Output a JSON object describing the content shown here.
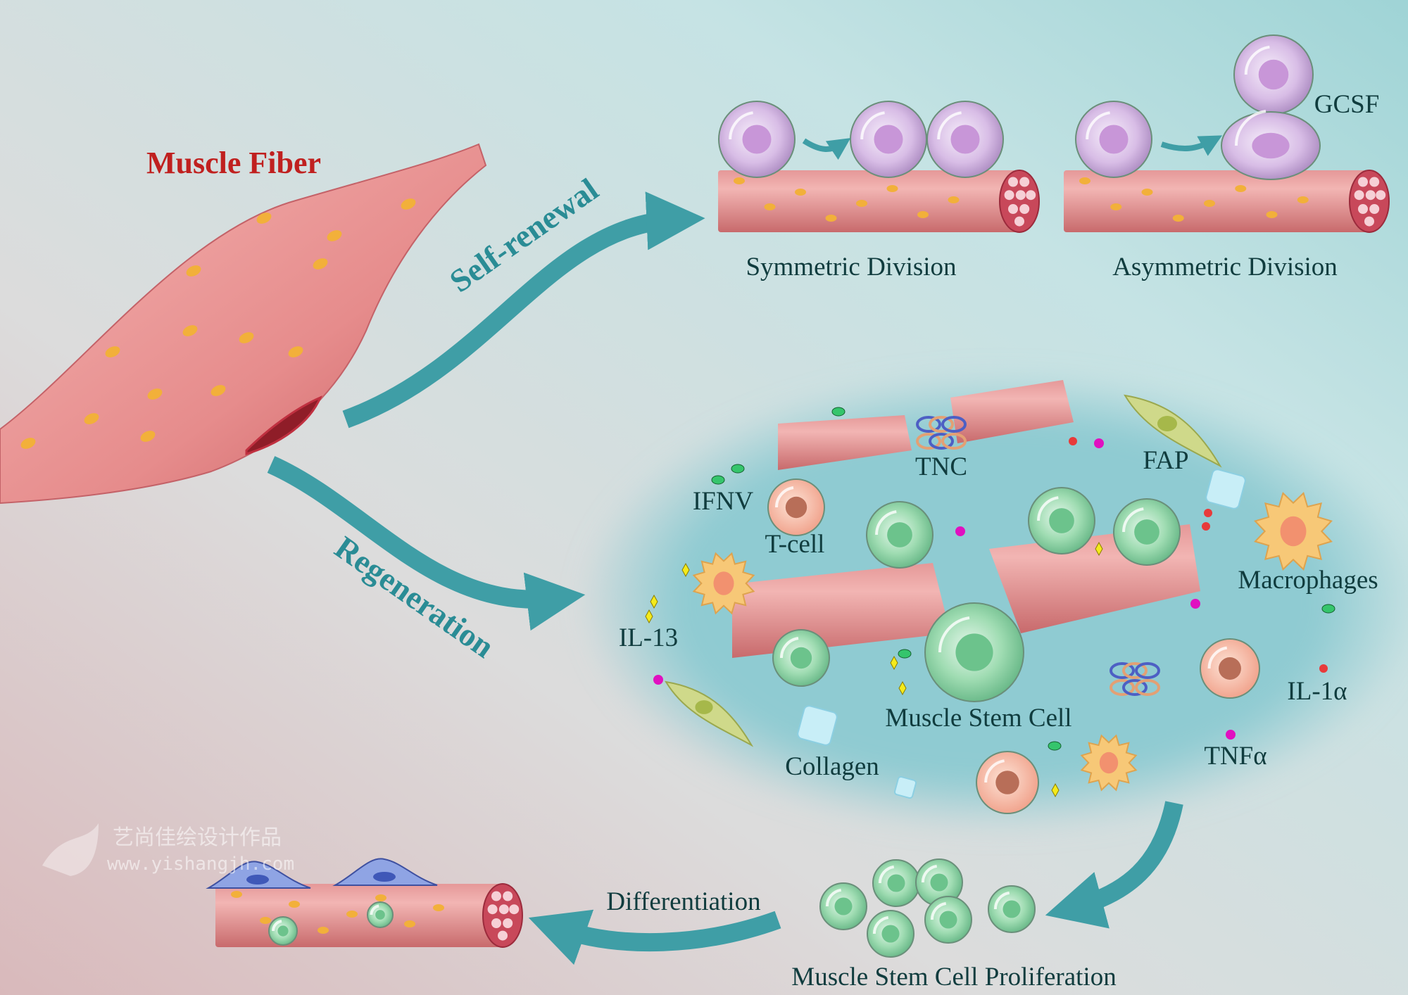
{
  "title": "Muscle Fiber",
  "colors": {
    "title": "#c0201f",
    "label": "#103c3e",
    "arrow": "#3f9ea6",
    "fiber": "#d97a7a",
    "stem_cell": "#8fd3a4",
    "progenitor": "#d6b8e6",
    "region": "#8ecbd1"
  },
  "pathways": {
    "self_renewal": "Self-renewal",
    "regeneration": "Regeneration",
    "differentiation": "Differentiation"
  },
  "division": {
    "symmetric": "Symmetric Division",
    "asymmetric": "Asymmetric Division",
    "gcsf": "GCSF"
  },
  "niche": {
    "tnc": "TNC",
    "fap": "FAP",
    "ifnv": "IFNV",
    "t_cell": "T-cell",
    "macrophages": "Macrophages",
    "il13": "IL-13",
    "muscle_stem_cell": "Muscle Stem Cell",
    "il1a": "IL-1α",
    "tnfa": "TNFα",
    "collagen": "Collagen"
  },
  "proliferation": "Muscle Stem Cell Proliferation",
  "watermark": {
    "cn": "艺尚佳绘设计作品",
    "url": "www.yishangjh.com"
  }
}
